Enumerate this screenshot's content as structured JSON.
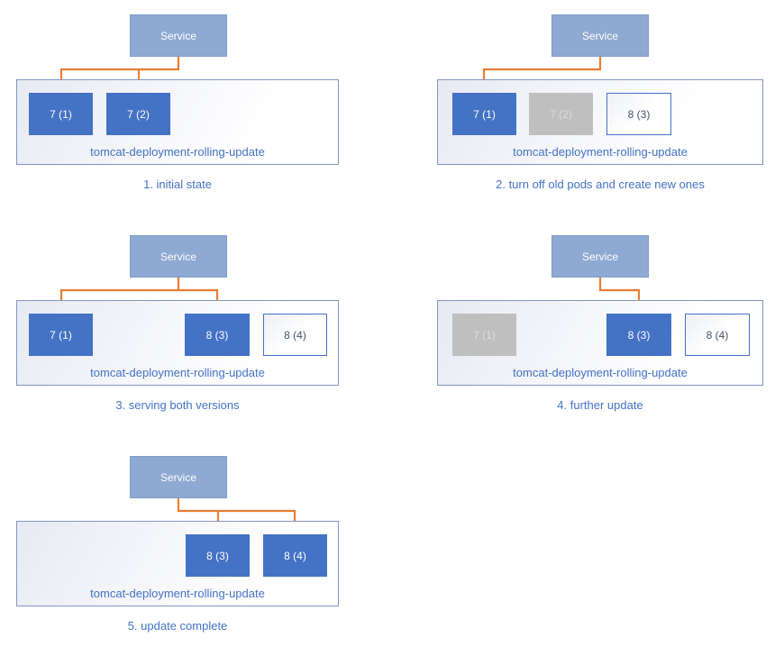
{
  "colors": {
    "arrow_orange": "#ED7D31",
    "service_fill": "#8EA9D2",
    "pod_active_fill": "#4472C4",
    "pod_active_text": "#FFFFFF",
    "pod_stopped_fill": "#BFBFBF",
    "pod_stopped_text": "#DDDDDD",
    "pod_new_border": "#4472C4",
    "pod_new_text": "#44546A",
    "label_blue": "#4472C4",
    "deployment_border": "#8394C1"
  },
  "panels": [
    {
      "caption": "1. initial state",
      "service_label": "Service",
      "deployment_label": "tomcat-deployment-rolling-update",
      "pods": [
        {
          "label": "7 (1)",
          "state": "active"
        },
        {
          "label": "7 (2)",
          "state": "active"
        }
      ]
    },
    {
      "caption": "2. turn off old pods and create new ones",
      "service_label": "Service",
      "deployment_label": "tomcat-deployment-rolling-update",
      "pods": [
        {
          "label": "7 (1)",
          "state": "active"
        },
        {
          "label": "7 (2)",
          "state": "stopped"
        },
        {
          "label": "8 (3)",
          "state": "new"
        }
      ]
    },
    {
      "caption": "3. serving both versions",
      "service_label": "Service",
      "deployment_label": "tomcat-deployment-rolling-update",
      "pods": [
        {
          "label": "7 (1)",
          "state": "active"
        },
        {
          "label": "8 (3)",
          "state": "active"
        },
        {
          "label": "8 (4)",
          "state": "new"
        }
      ]
    },
    {
      "caption": "4. further update",
      "service_label": "Service",
      "deployment_label": "tomcat-deployment-rolling-update",
      "pods": [
        {
          "label": "7 (1)",
          "state": "stopped"
        },
        {
          "label": "8 (3)",
          "state": "active"
        },
        {
          "label": "8 (4)",
          "state": "new"
        }
      ]
    },
    {
      "caption": "5. update complete",
      "service_label": "Service",
      "deployment_label": "tomcat-deployment-rolling-update",
      "pods": [
        {
          "label": "8 (3)",
          "state": "active"
        },
        {
          "label": "8 (4)",
          "state": "active"
        }
      ]
    }
  ]
}
